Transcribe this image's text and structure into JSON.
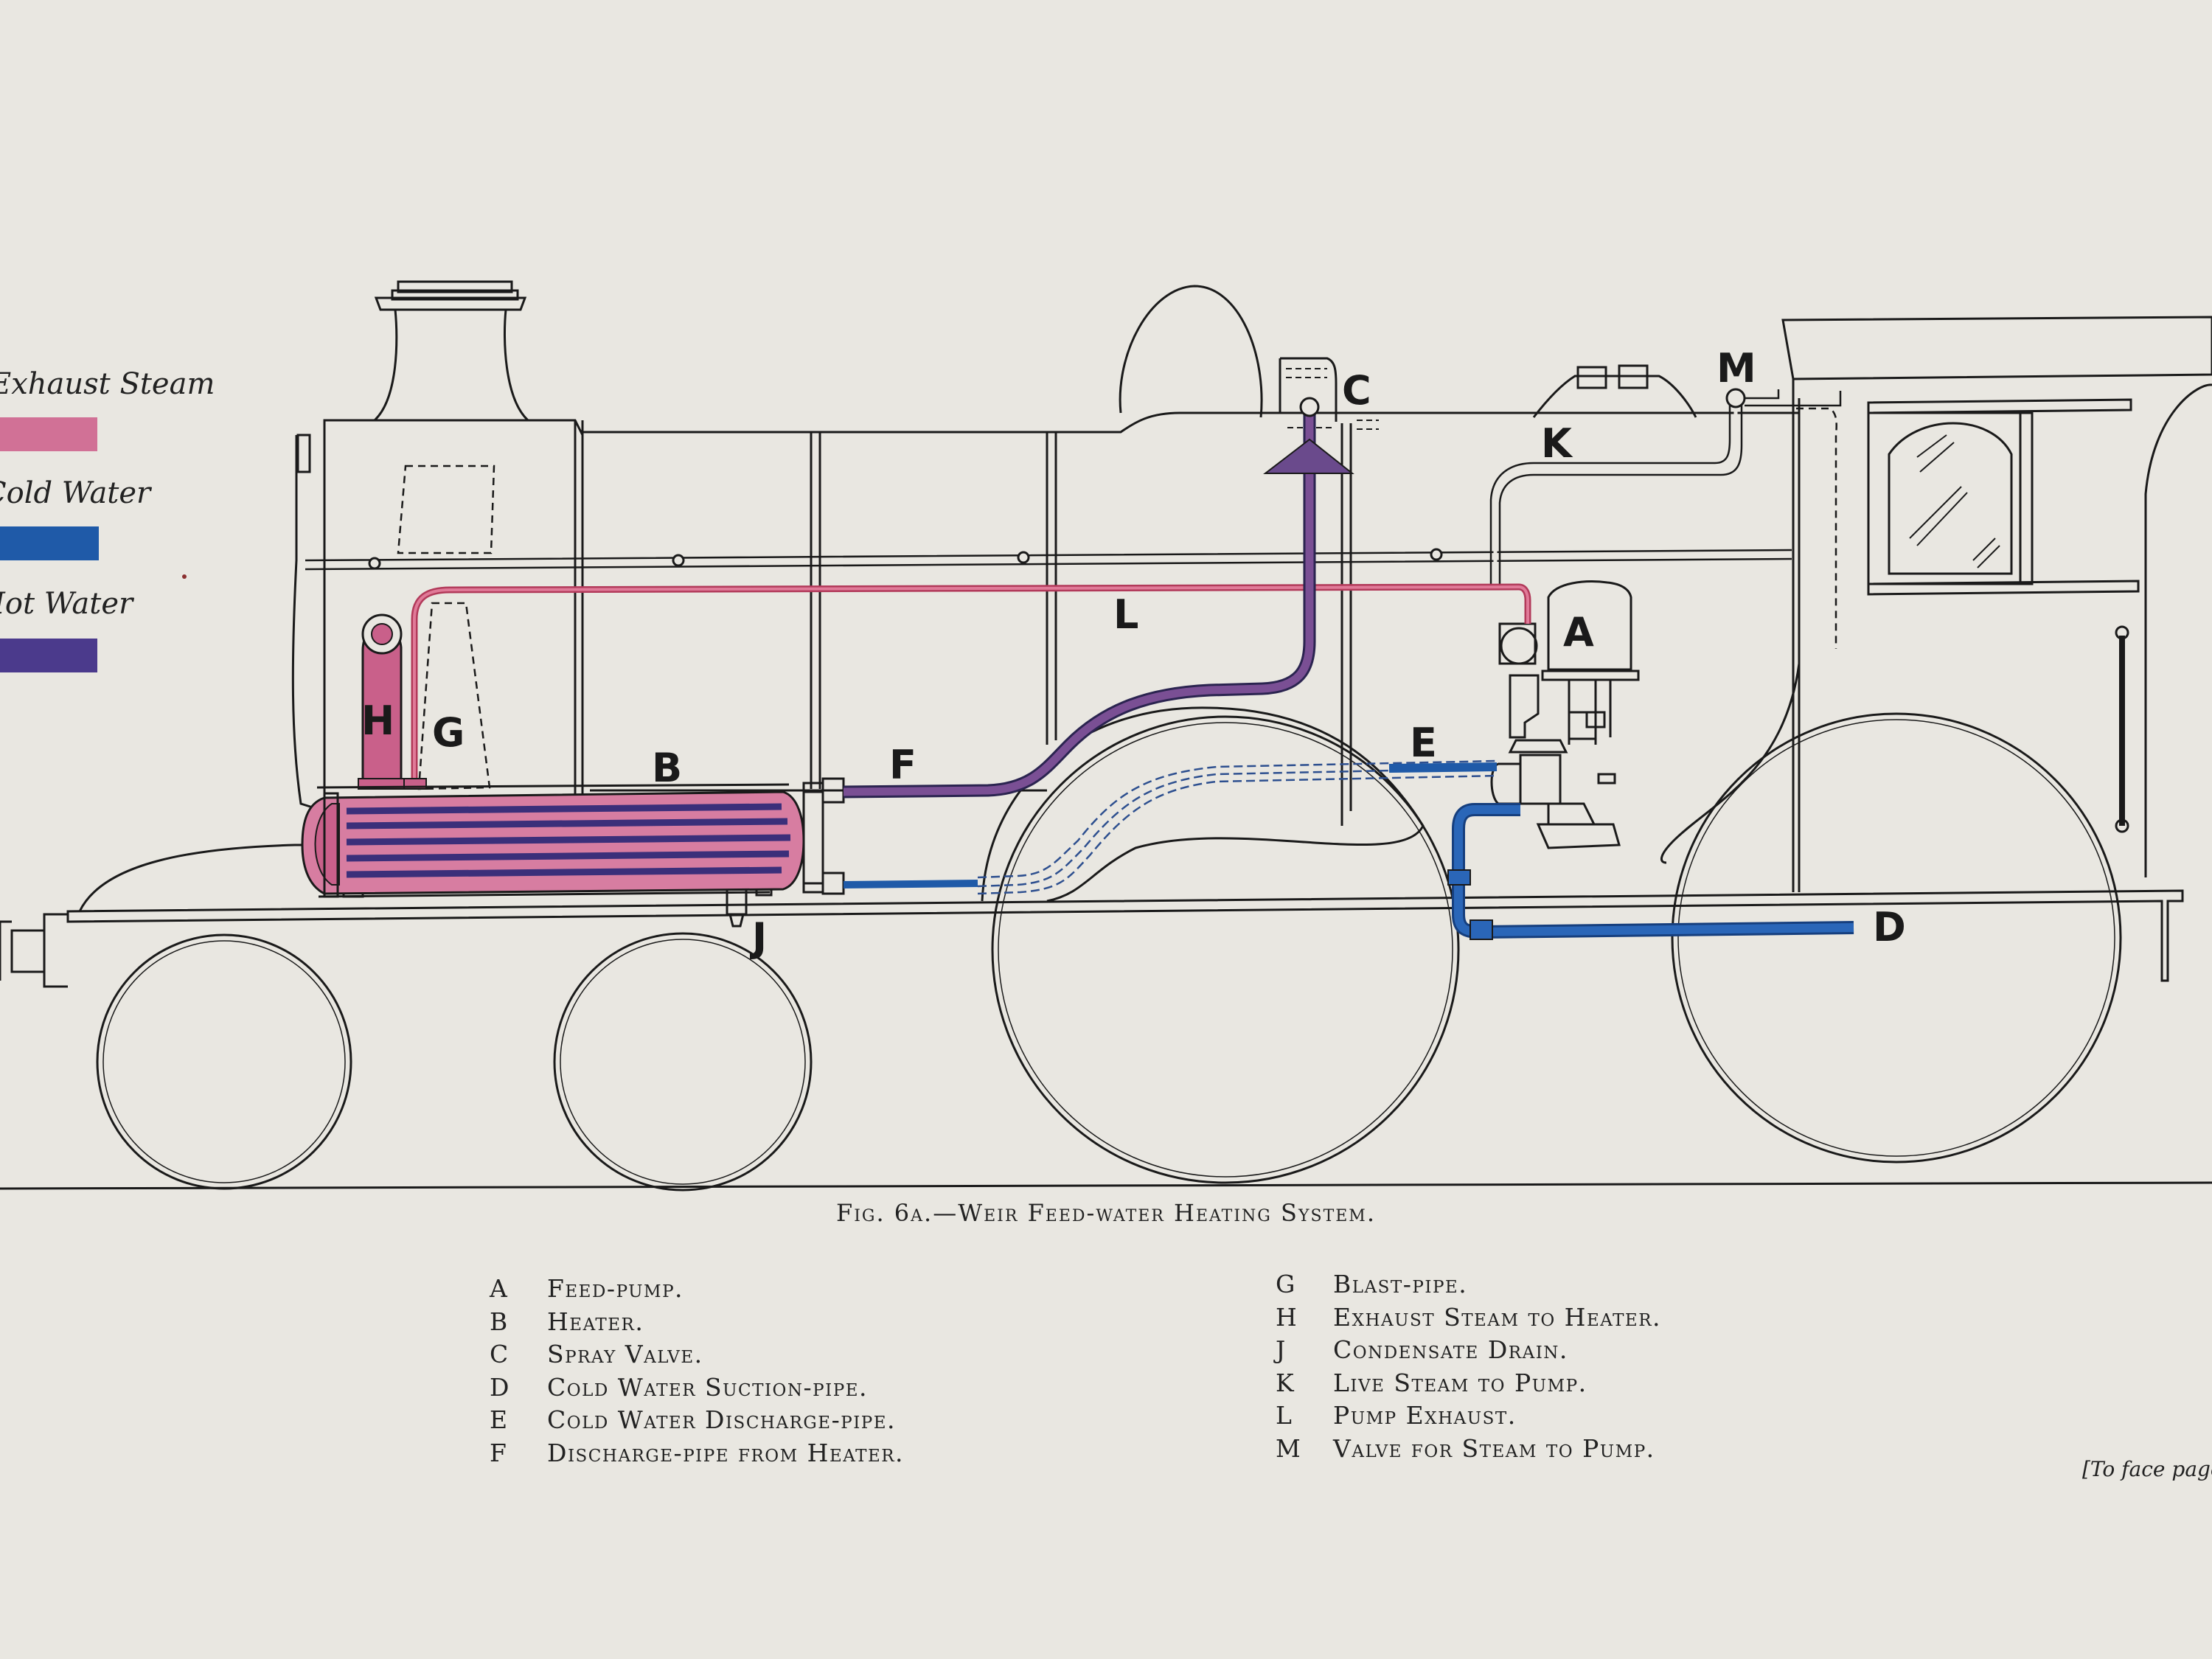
{
  "legend": {
    "items": [
      {
        "label": "Exhaust Steam",
        "color": "#c9608a"
      },
      {
        "label": "Cold Water",
        "color": "#1f5aa8"
      },
      {
        "label": "Hot Water",
        "color": "#4b3a8c"
      }
    ]
  },
  "diagram_letters": {
    "A": "A",
    "B": "B",
    "C": "C",
    "D": "D",
    "E": "E",
    "F": "F",
    "G": "G",
    "H": "H",
    "J": "J",
    "K": "K",
    "L": "L",
    "M": "M"
  },
  "caption": "Fig. 6a.—Weir Feed-water Heating System.",
  "key_left": [
    {
      "letter": "A",
      "text": "Feed-pump."
    },
    {
      "letter": "B",
      "text": "Heater."
    },
    {
      "letter": "C",
      "text": "Spray Valve."
    },
    {
      "letter": "D",
      "text": "Cold Water Suction-pipe."
    },
    {
      "letter": "E",
      "text": "Cold Water Discharge-pipe."
    },
    {
      "letter": "F",
      "text": "Discharge-pipe from Heater."
    }
  ],
  "key_right": [
    {
      "letter": "G",
      "text": "Blast-pipe."
    },
    {
      "letter": "H",
      "text": "Exhaust Steam to Heater."
    },
    {
      "letter": "J",
      "text": "Condensate Drain."
    },
    {
      "letter": "K",
      "text": "Live Steam to Pump."
    },
    {
      "letter": "L",
      "text": "Pump Exhaust."
    },
    {
      "letter": "M",
      "text": "Valve for Steam to Pump."
    }
  ],
  "face_note": "[To face page"
}
